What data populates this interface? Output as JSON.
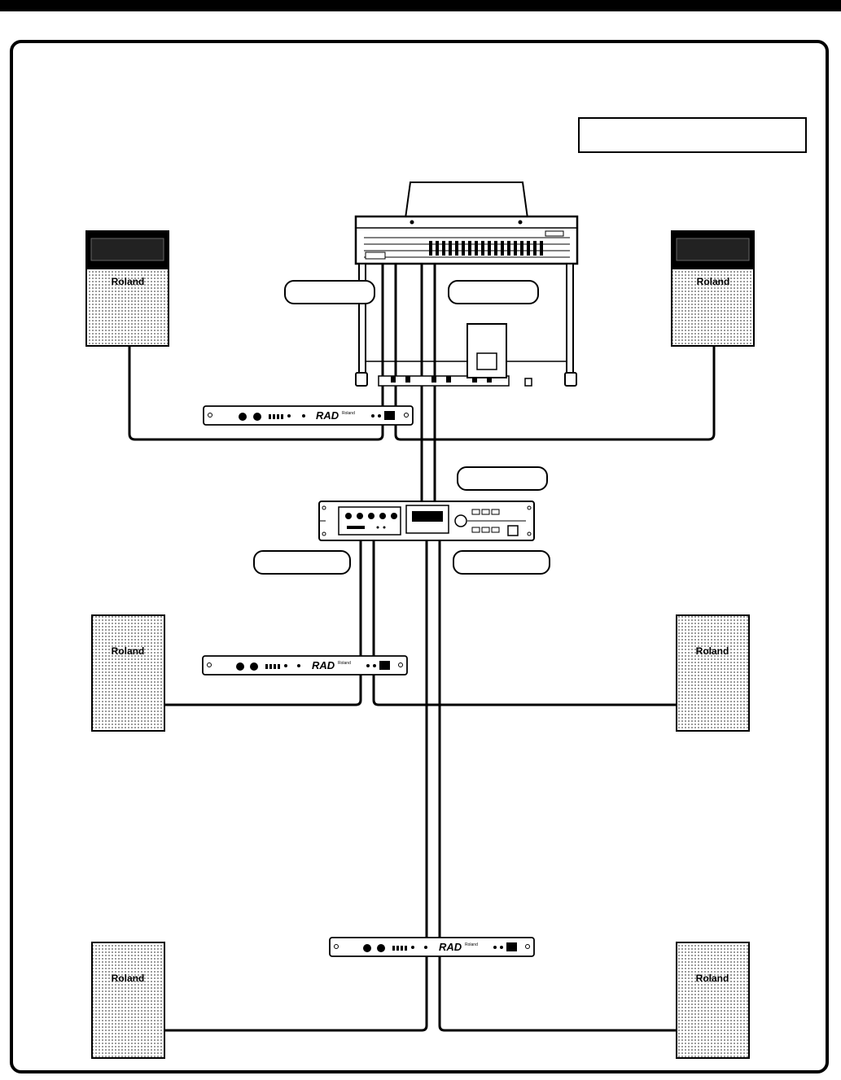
{
  "speaker_brand": "Roland",
  "amp_logo": "RAD",
  "amp_brand": "Roland",
  "title_box_text": "",
  "labels": {
    "organ_left_out": "",
    "organ_right_out": "",
    "processor_in": "",
    "processor_left_out": "",
    "processor_right_out": ""
  },
  "colors": {
    "line": "#000000",
    "background": "#ffffff",
    "speaker_grille": "#dcdcdc"
  }
}
